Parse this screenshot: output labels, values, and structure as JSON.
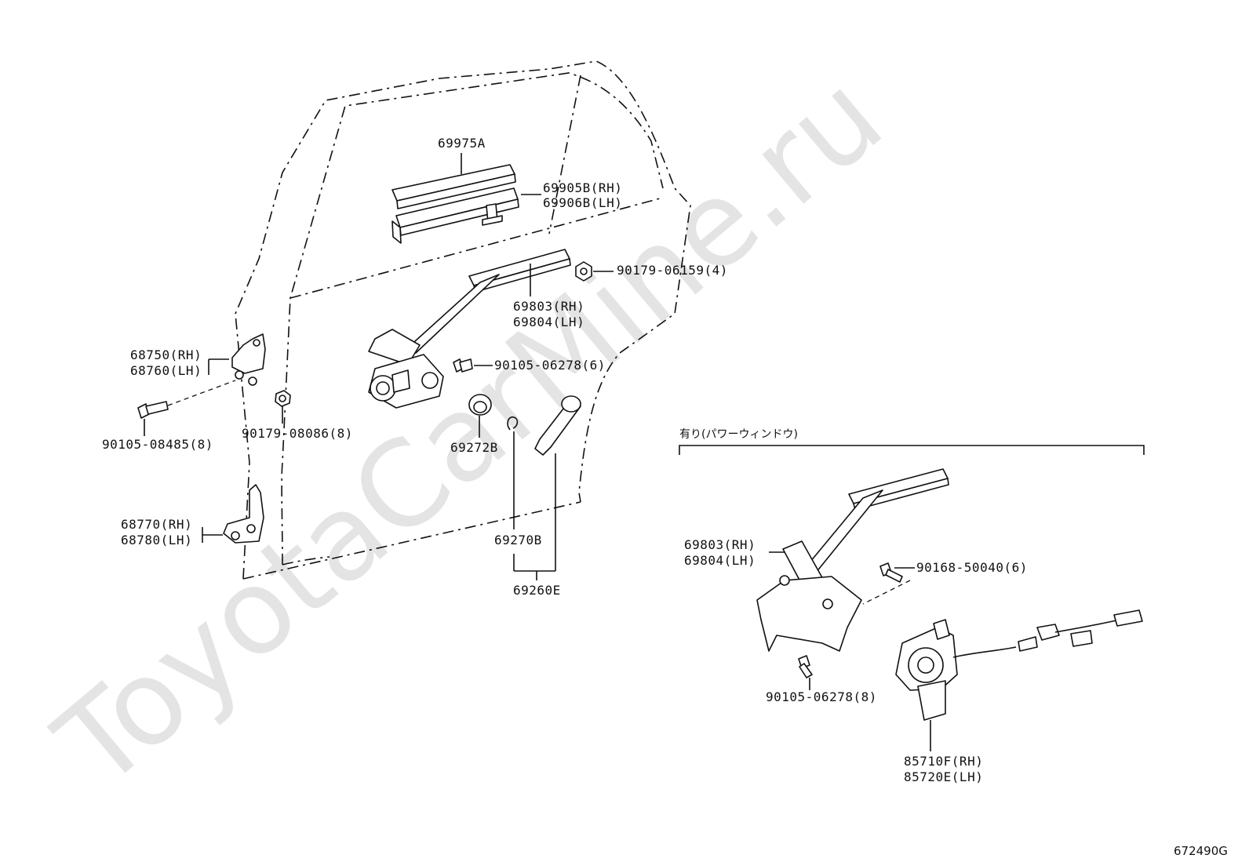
{
  "watermark": "ToyotaCarMine.ru",
  "diagram_code": "672490G",
  "option_note": "有り(パワーウィンドウ)",
  "labels": {
    "p69975A": "69975A",
    "p69905B": "69905B(RH)",
    "p69906B": "69906B(LH)",
    "p90179_06159": "90179-06159(4)",
    "p69803": "69803(RH)",
    "p69804": "69804(LH)",
    "p68750": "68750(RH)",
    "p68760": "68760(LH)",
    "p90105_06278_6": "90105-06278(6)",
    "p90105_08485": "90105-08485(8)",
    "p90179_08086": "90179-08086(8)",
    "p69272B": "69272B",
    "p68770": "68770(RH)",
    "p68780": "68780(LH)",
    "p69270B": "69270B",
    "p69260E": "69260E",
    "pw69803": "69803(RH)",
    "pw69804": "69804(LH)",
    "p90168_50040": "90168-50040(6)",
    "p90105_06278_8": "90105-06278(8)",
    "p85710F": "85710F(RH)",
    "p85720E": "85720E(LH)"
  },
  "colors": {
    "ink": "#111111",
    "watermark": "#e4e4e4",
    "background": "#ffffff"
  }
}
